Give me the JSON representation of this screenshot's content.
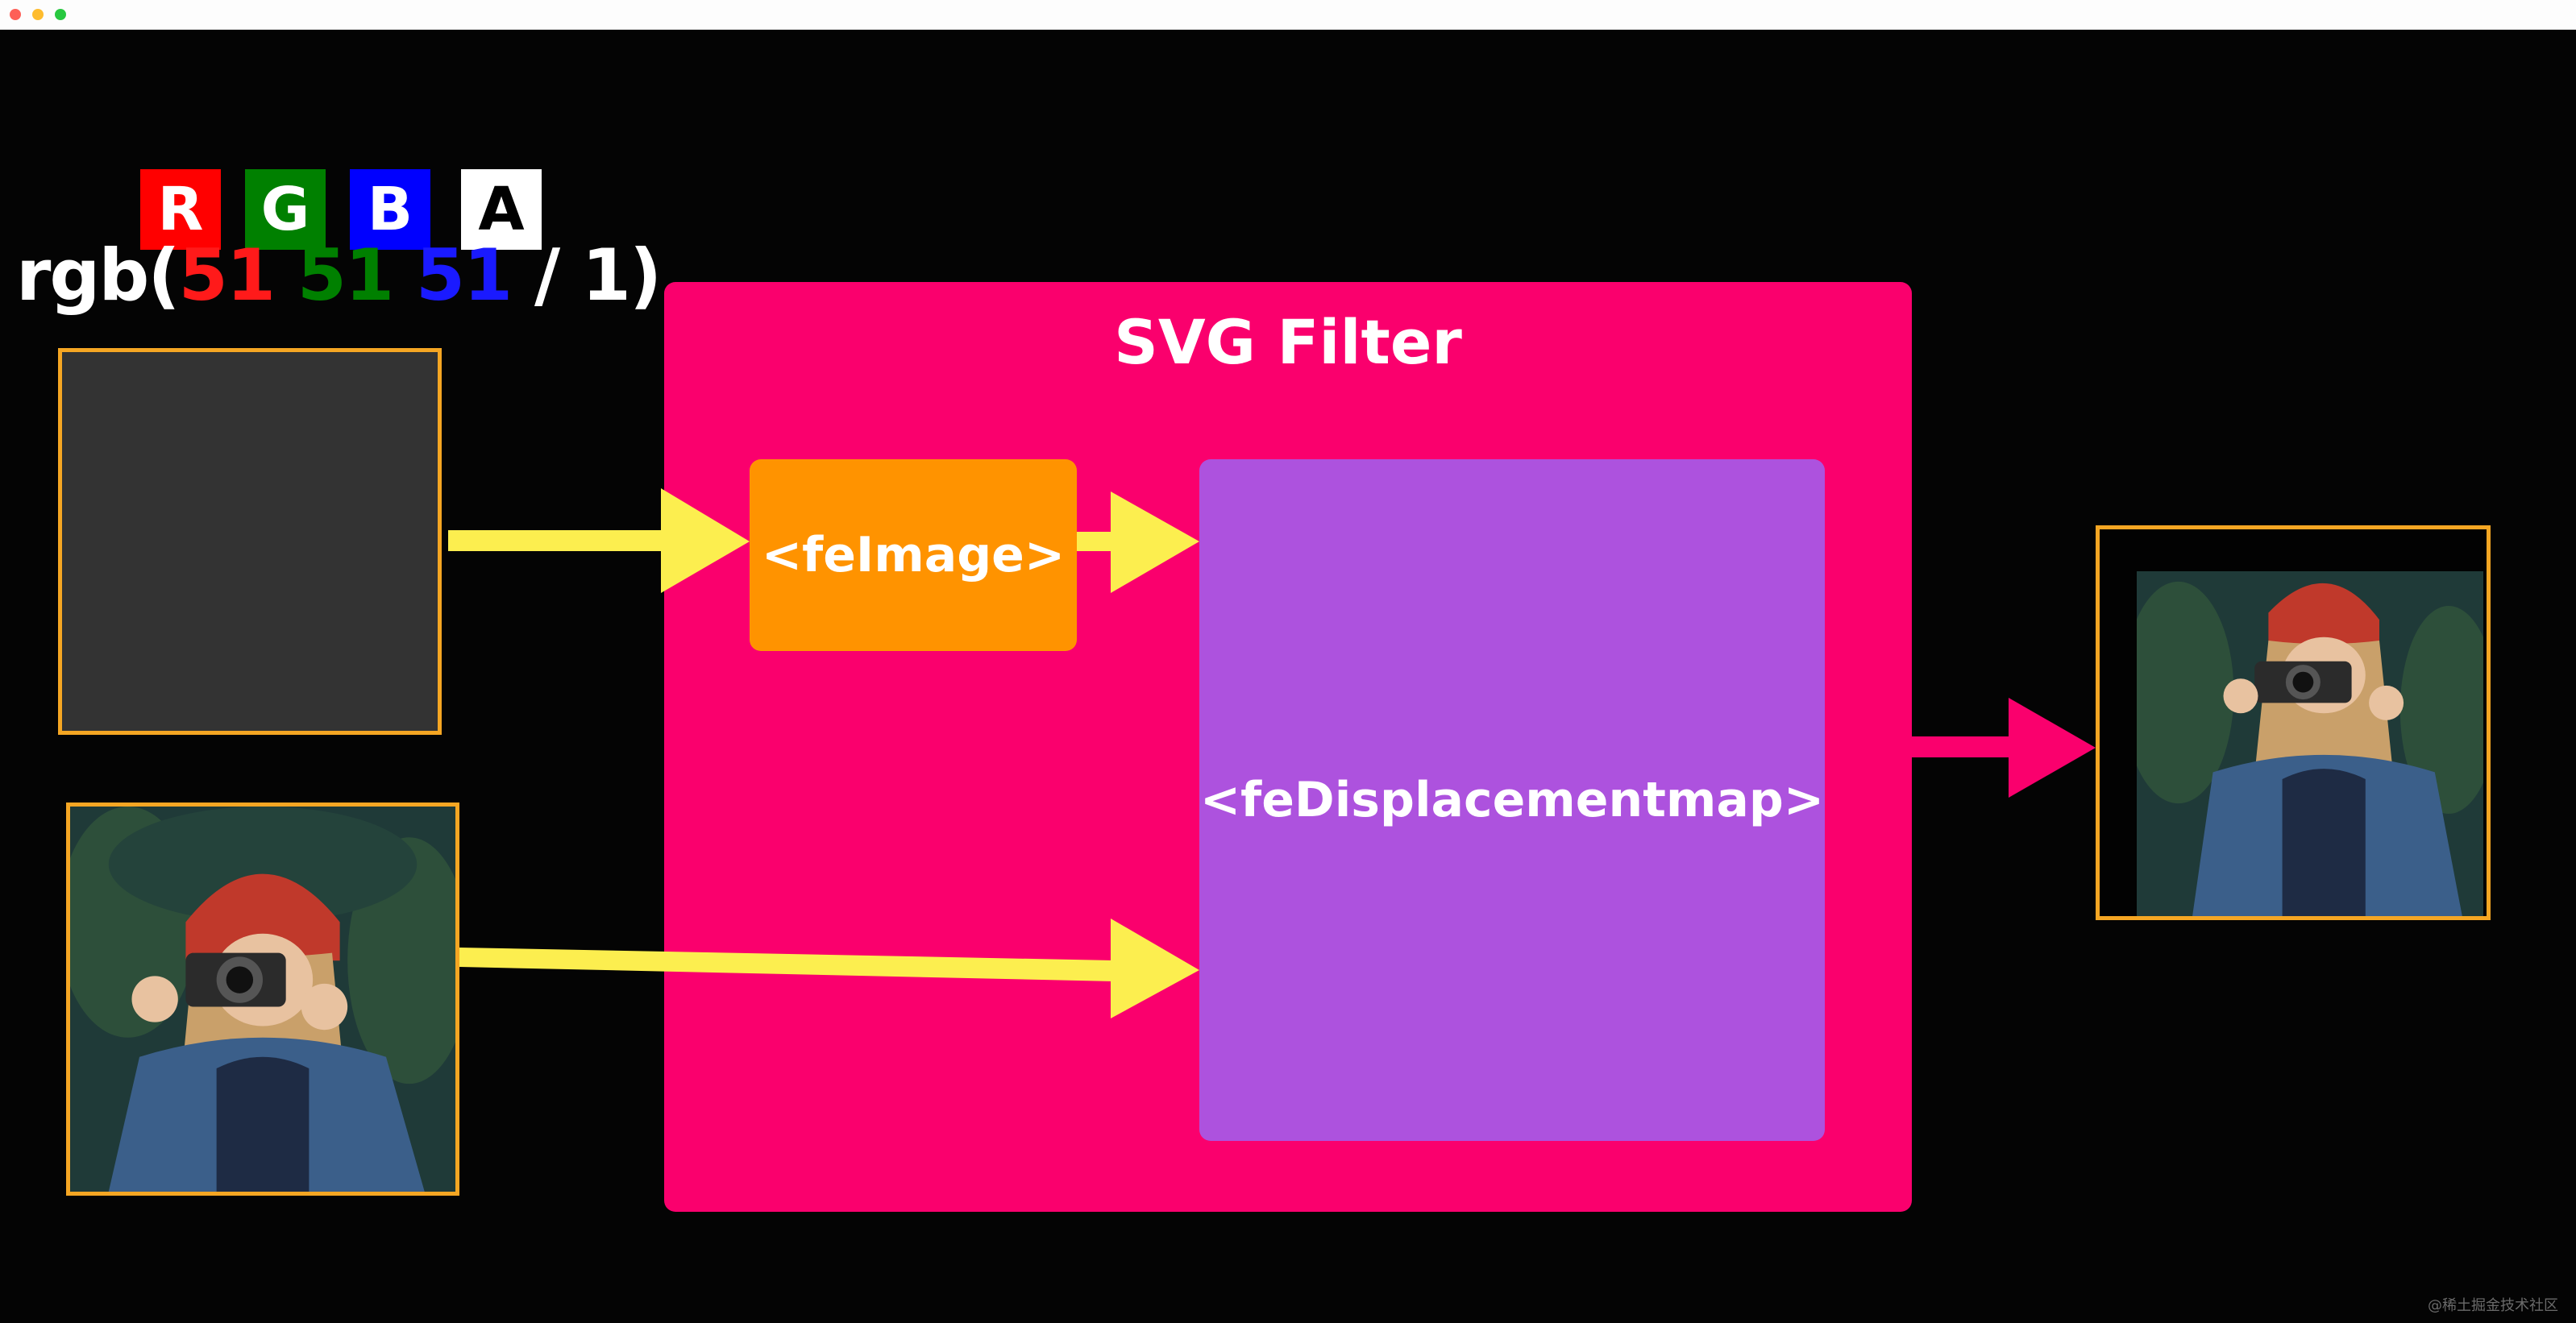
{
  "colors": {
    "background": "#000000",
    "filter": "#fa006d",
    "feimage": "#ff9300",
    "fedisplacementmap": "#ad52de",
    "arrow_yellow": "#fcee4f",
    "arrow_pink": "#fa006d",
    "box_border": "#f5a623",
    "gray_swatch": "#333333"
  },
  "channels": [
    {
      "letter": "R",
      "color": "#ff0000"
    },
    {
      "letter": "G",
      "color": "#008000"
    },
    {
      "letter": "B",
      "color": "#0000ff"
    },
    {
      "letter": "A",
      "color": "#ffffff"
    }
  ],
  "rgb": {
    "prefix": "rgb(",
    "r": "51",
    "g": "51",
    "b": "51",
    "alpha": "/ 1",
    "suffix": ")"
  },
  "filter": {
    "title": "SVG Filter",
    "feimage_label": "<feImage>",
    "fedisplacementmap_label": "<feDisplacementmap>"
  },
  "icons": [
    "gray-swatch-image",
    "photo-girl-with-camera-icon",
    "result-photo-icon"
  ],
  "watermark": "@稀土掘金技术社区"
}
